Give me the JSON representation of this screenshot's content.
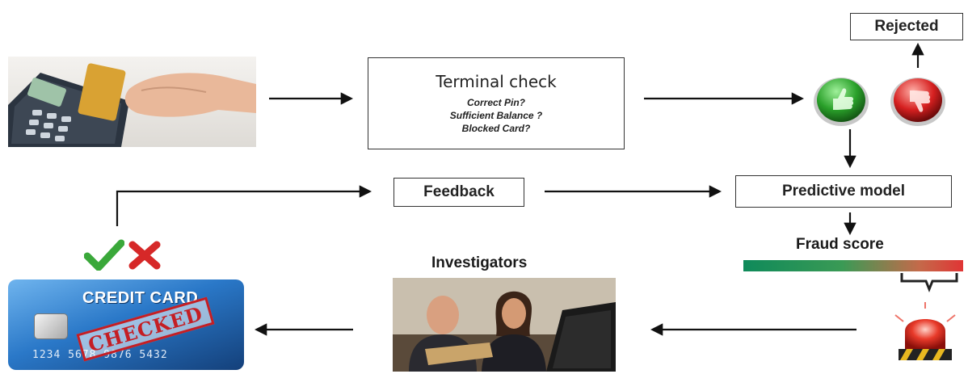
{
  "nodes": {
    "terminal_check": {
      "title": "Terminal check",
      "questions": [
        "Correct Pin?",
        "Sufficient Balance ?",
        "Blocked Card?"
      ]
    },
    "rejected": "Rejected",
    "feedback": "Feedback",
    "predictive_model": "Predictive model",
    "fraud_score": "Fraud score",
    "investigators": "Investigators"
  },
  "card": {
    "title": "CREDIT CARD",
    "number": "1234 5678 9876 5432",
    "stamp": "CHECKED"
  },
  "colors": {
    "approve": "#2aa02a",
    "reject": "#d62020",
    "score_low": "#0f8a5a",
    "score_high": "#e03535",
    "card_blue": "#2a78c8"
  },
  "icons": {
    "approve": "thumbs-up-icon",
    "reject": "thumbs-down-icon",
    "check": "check-mark-icon",
    "cross": "cross-mark-icon",
    "alarm": "siren-icon"
  }
}
